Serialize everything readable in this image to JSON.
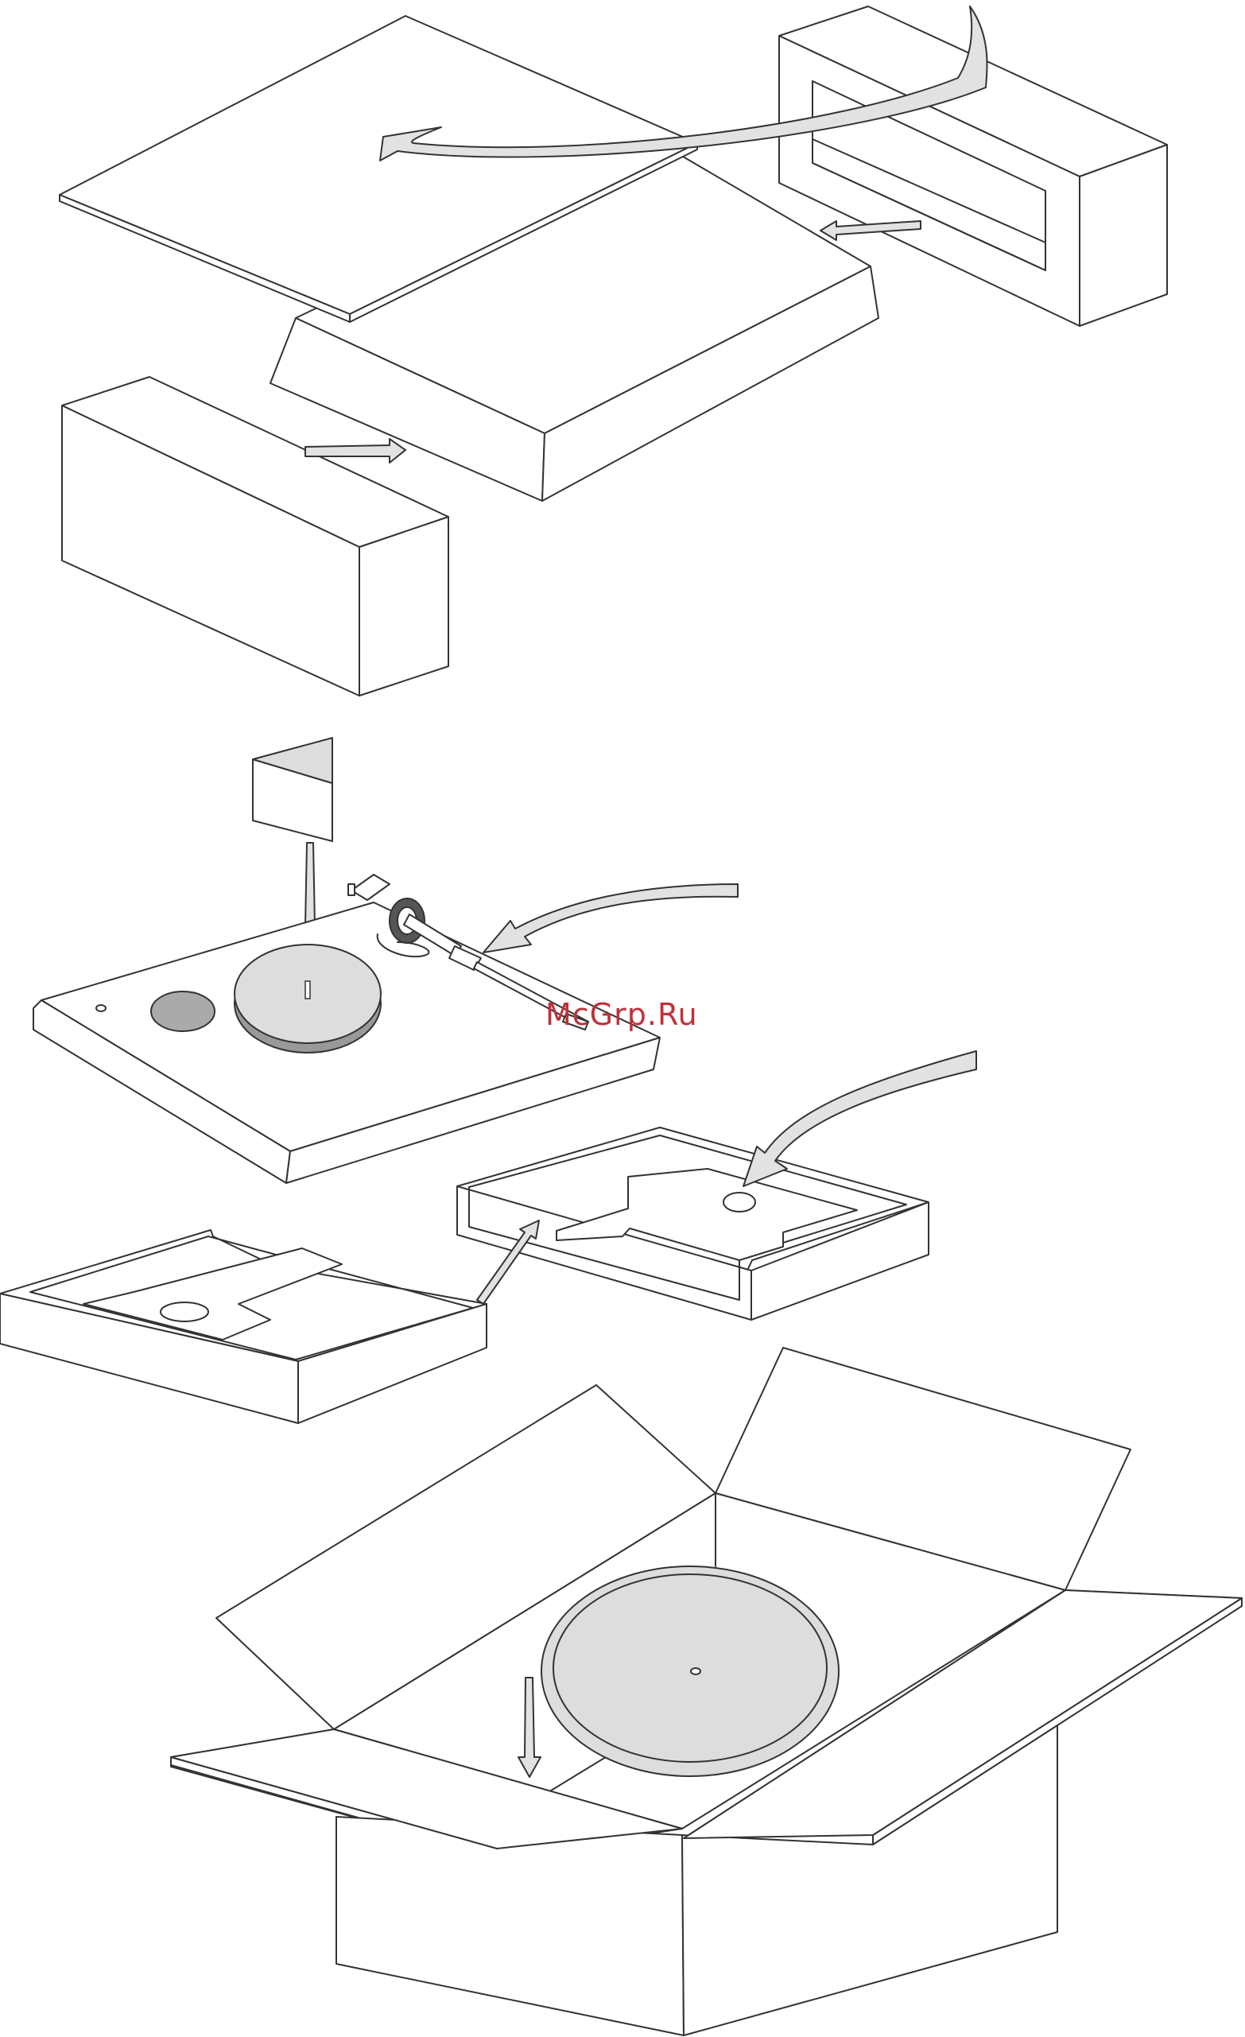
{
  "watermark": {
    "text": "McGrp.Ru"
  },
  "colors": {
    "line": "#333333",
    "part_fill": "#dddddd",
    "arrow_fill": "#e2e2e2",
    "platter_dark": "#999999",
    "watermark": "#c0303a"
  },
  "steps": [
    {
      "name": "remove-top-foam-insert"
    },
    {
      "name": "place-dust-cover-on-turntable"
    },
    {
      "name": "place-turntable-in-foam-trays"
    },
    {
      "name": "place-platter-in-box"
    }
  ]
}
